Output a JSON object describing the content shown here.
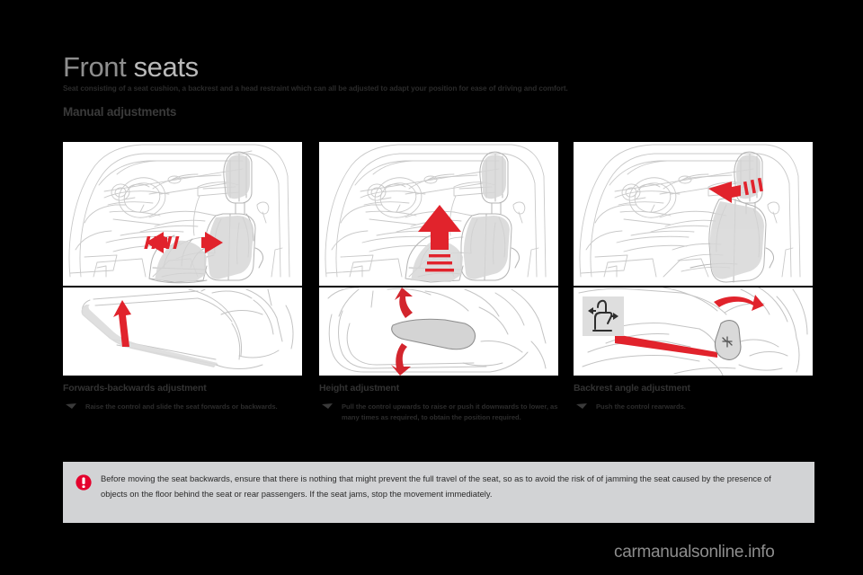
{
  "document": {
    "title_strong": "Front",
    "title_light": "seats",
    "subtitle": "Seat consisting of a seat cushion, a backrest and a head restraint which can all be adjusted to adapt your position for ease of driving and comfort.",
    "section_heading": "Manual adjustments"
  },
  "columns": [
    {
      "id": "forwards-backwards",
      "heading": "Forwards-backwards adjustment",
      "bullet": "Raise the control and slide the seat forwards or backwards.",
      "figure_top": "car-interior-seat-horizontal-arrow",
      "figure_bottom": "seat-bar-control-lift-arrow"
    },
    {
      "id": "height",
      "heading": "Height adjustment",
      "bullet": "Pull the control upwards to raise or push it downwards to lower, as many times as required, to obtain the position required.",
      "figure_top": "car-interior-seat-up-arrow",
      "figure_bottom": "seat-side-lever-updown-arrows"
    },
    {
      "id": "backrest-angle",
      "heading": "Backrest angle adjustment",
      "bullet": "Push the control rearwards.",
      "figure_top": "car-interior-backrest-rearward-arrow",
      "figure_bottom": "seat-recline-knob-pictogram"
    }
  ],
  "warning": {
    "icon": "warning-exclamation-icon",
    "text": "Before moving the seat backwards, ensure that there is nothing that might prevent the full travel of the seat, so as to avoid the risk of of jamming the seat caused by the presence of objects on the floor behind the seat or rear passengers. If the seat jams, stop the movement immediately."
  },
  "footer": {
    "watermark": "carmanualsonline.info"
  },
  "colors": {
    "accent_red": "#e1232c",
    "warning_box": "#d2d3d5",
    "page_background": "#000000",
    "sheet_background": "#ffffff",
    "title_strong": "#8e8e8e",
    "title_light": "#b9b9b9"
  }
}
